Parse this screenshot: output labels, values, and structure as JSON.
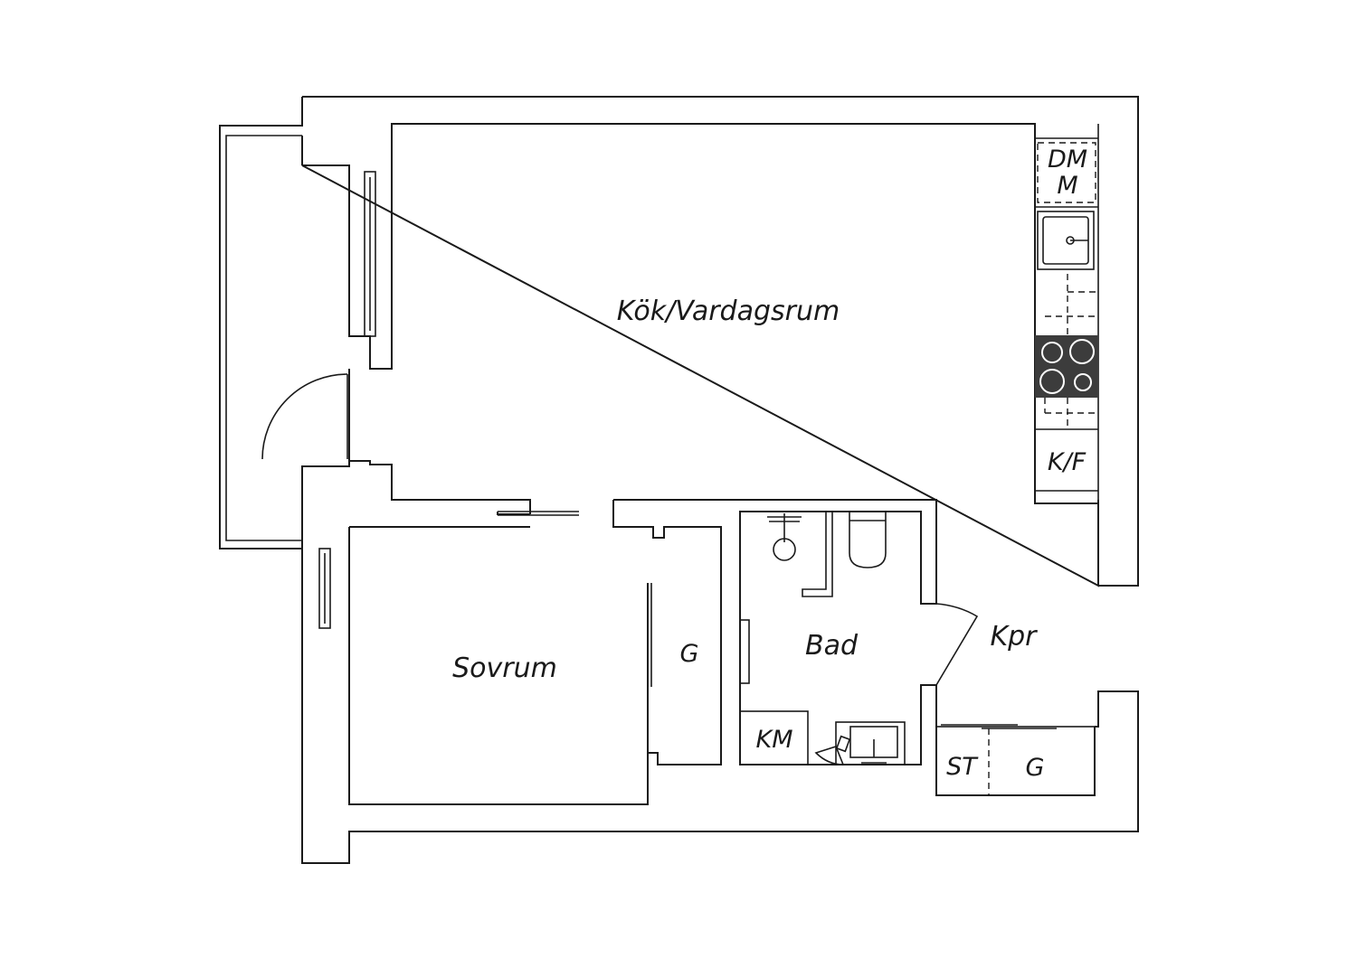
{
  "rooms": {
    "kitchen_living": "Kök/Vardagsrum",
    "bedroom": "Sovrum",
    "bathroom": "Bad",
    "hallway": "Kpr"
  },
  "fixtures": {
    "dishwasher_line1": "DM",
    "dishwasher_line2": "M",
    "fridge_freezer": "K/F",
    "bedroom_wardrobe": "G",
    "washing_machine": "KM",
    "linen_closet": "ST",
    "hall_wardrobe": "G"
  },
  "colors": {
    "line": "#1a1a1a",
    "stove": "#3c3c3c",
    "background": "#ffffff"
  }
}
